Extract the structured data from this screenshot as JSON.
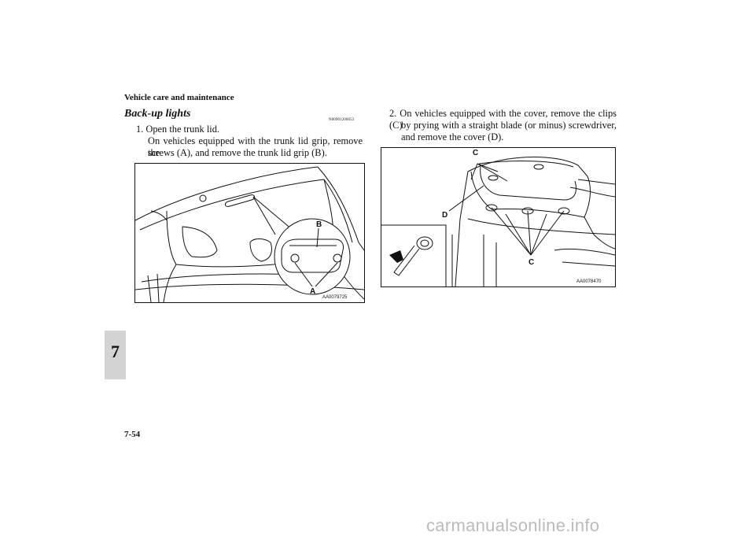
{
  "header": {
    "section": "Vehicle care and maintenance"
  },
  "left_column": {
    "title": "Back-up lights",
    "doc_code": "N00901200053",
    "step1_head": "1. Open the trunk lid.",
    "step1_line1": "On vehicles equipped with the trunk lid grip, remove the",
    "step1_line2": "screws (A), and remove the trunk lid grip (B).",
    "figure": {
      "code": "AA0079725",
      "label_a": "A",
      "label_b": "B"
    }
  },
  "right_column": {
    "step2_line1": "2. On vehicles equipped with the cover, remove the clips (C)",
    "step2_line2": "by prying with a straight blade (or minus) screwdriver,",
    "step2_line3": "and remove the cover (D).",
    "figure": {
      "code": "AA0078470",
      "label_c_top": "C",
      "label_c_bottom": "C",
      "label_d": "D"
    }
  },
  "chapter_tab": "7",
  "footer": {
    "page_number": "7-54"
  },
  "watermark": "carmanualsonline.info"
}
